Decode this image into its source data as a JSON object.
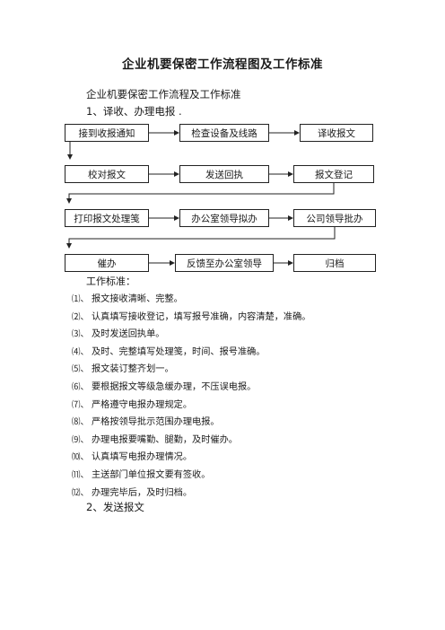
{
  "document": {
    "title": "企业机要保密工作流程图及工作标准",
    "subtitle": "企业机要保密工作流程及工作标准",
    "section1": "1、译收、办理电报 .",
    "section2": "2、发送报文"
  },
  "flow": {
    "boxes": [
      "接到收报通知",
      "检查设备及线路",
      "译收报文",
      "校对报文",
      "发送回执",
      "报文登记",
      "打印报文处理笺",
      "办公室领导拟办",
      "公司领导批办",
      "催办",
      "反馈至办公室领导",
      "归档"
    ]
  },
  "standards": {
    "title": "工作标准：",
    "items": [
      {
        "num": "⑴、",
        "text": "报文接收清晰、完整。"
      },
      {
        "num": "⑵、",
        "text": "认真填写接收登记，填写报号准确，内容清楚，准确。"
      },
      {
        "num": "⑶、",
        "text": "及时发送回执单。"
      },
      {
        "num": "⑷、",
        "text": "及时、完整填写处理笺，时间、报号准确。"
      },
      {
        "num": "⑸、",
        "text": "报文装订整齐划一。"
      },
      {
        "num": "⑹、",
        "text": "要根据报文等级急缓办理，不压误电报。"
      },
      {
        "num": "⑺、",
        "text": "严格遵守电报办理规定。"
      },
      {
        "num": "⑻、",
        "text": "严格按领导批示范围办理电报。"
      },
      {
        "num": "⑼、",
        "text": "办理电报要嘴勤、腿勤，及时催办。"
      },
      {
        "num": "⑽、",
        "text": "认真填写电报办理情况。"
      },
      {
        "num": "⑾、",
        "text": "主送部门单位报文要有签收。"
      },
      {
        "num": "⑿、",
        "text": "办理完毕后，及时归档。"
      }
    ]
  }
}
